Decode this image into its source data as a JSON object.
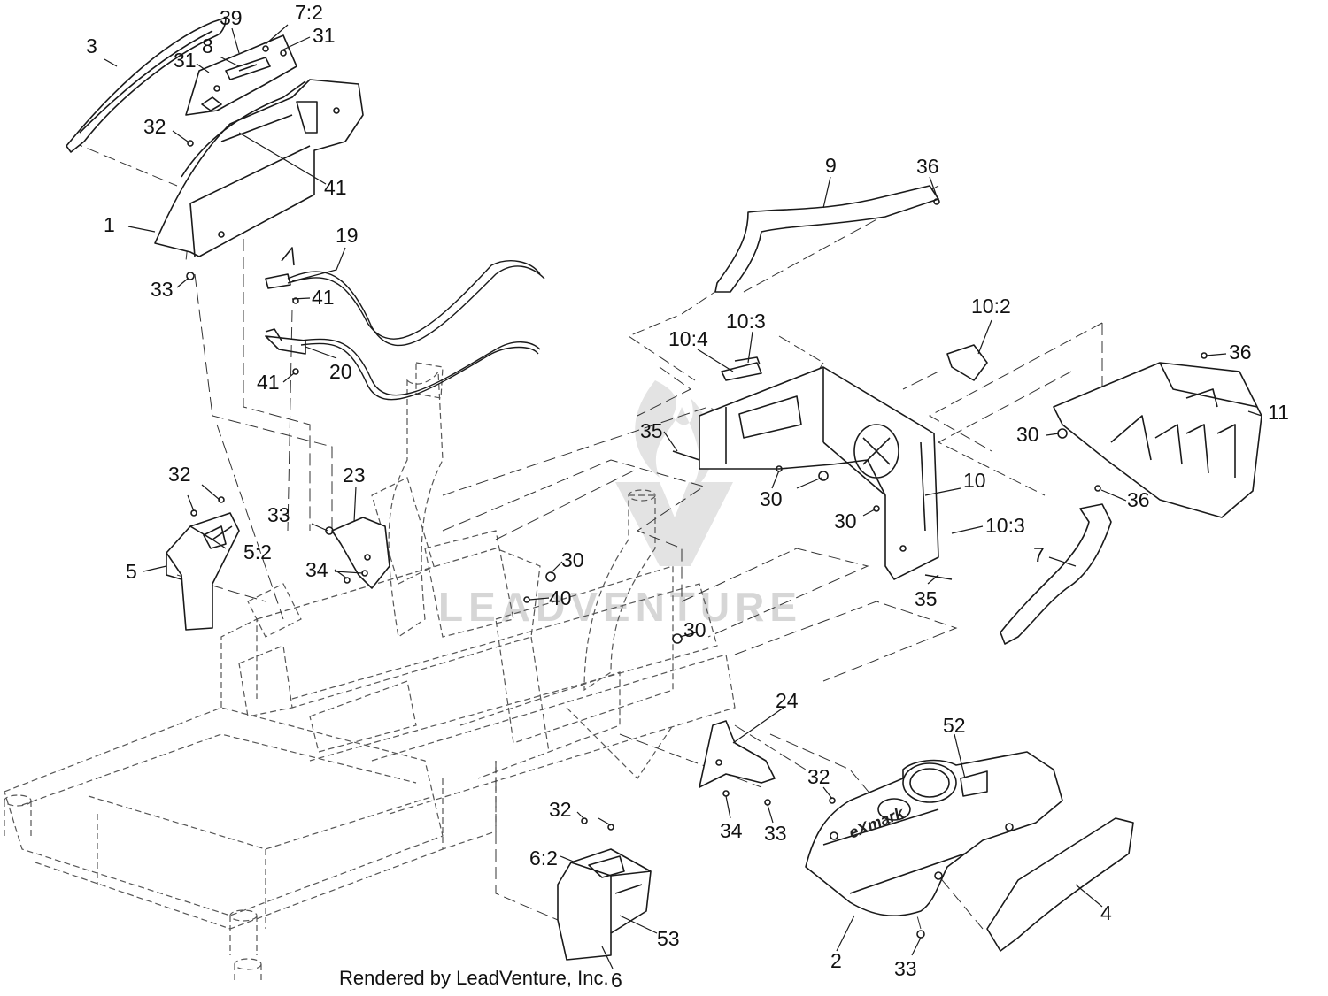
{
  "footer": {
    "credit": "Rendered by LeadVenture, Inc."
  },
  "watermark": {
    "text": "LEADVENTURE"
  },
  "decal": {
    "brand": "eXmark"
  },
  "callouts": [
    {
      "id": "c-1",
      "label": "1"
    },
    {
      "id": "c-2",
      "label": "2"
    },
    {
      "id": "c-3",
      "label": "3"
    },
    {
      "id": "c-4",
      "label": "4"
    },
    {
      "id": "c-5",
      "label": "5"
    },
    {
      "id": "c-5-2",
      "label": "5:2"
    },
    {
      "id": "c-6",
      "label": "6"
    },
    {
      "id": "c-6-2",
      "label": "6:2"
    },
    {
      "id": "c-7",
      "label": "7"
    },
    {
      "id": "c-7-2",
      "label": "7:2"
    },
    {
      "id": "c-8",
      "label": "8"
    },
    {
      "id": "c-9",
      "label": "9"
    },
    {
      "id": "c-10",
      "label": "10"
    },
    {
      "id": "c-10-2",
      "label": "10:2"
    },
    {
      "id": "c-10-3a",
      "label": "10:3"
    },
    {
      "id": "c-10-3b",
      "label": "10:3"
    },
    {
      "id": "c-10-4",
      "label": "10:4"
    },
    {
      "id": "c-11",
      "label": "11"
    },
    {
      "id": "c-19",
      "label": "19"
    },
    {
      "id": "c-20",
      "label": "20"
    },
    {
      "id": "c-23",
      "label": "23"
    },
    {
      "id": "c-24",
      "label": "24"
    },
    {
      "id": "c-30a",
      "label": "30"
    },
    {
      "id": "c-30b",
      "label": "30"
    },
    {
      "id": "c-30c",
      "label": "30"
    },
    {
      "id": "c-30d",
      "label": "30"
    },
    {
      "id": "c-30e",
      "label": "30"
    },
    {
      "id": "c-31a",
      "label": "31"
    },
    {
      "id": "c-31b",
      "label": "31"
    },
    {
      "id": "c-32a",
      "label": "32"
    },
    {
      "id": "c-32b",
      "label": "32"
    },
    {
      "id": "c-32c",
      "label": "32"
    },
    {
      "id": "c-32d",
      "label": "32"
    },
    {
      "id": "c-33a",
      "label": "33"
    },
    {
      "id": "c-33b",
      "label": "33"
    },
    {
      "id": "c-33c",
      "label": "33"
    },
    {
      "id": "c-33d",
      "label": "33"
    },
    {
      "id": "c-34a",
      "label": "34"
    },
    {
      "id": "c-34b",
      "label": "34"
    },
    {
      "id": "c-35a",
      "label": "35"
    },
    {
      "id": "c-35b",
      "label": "35"
    },
    {
      "id": "c-36a",
      "label": "36"
    },
    {
      "id": "c-36b",
      "label": "36"
    },
    {
      "id": "c-36c",
      "label": "36"
    },
    {
      "id": "c-39",
      "label": "39"
    },
    {
      "id": "c-40",
      "label": "40"
    },
    {
      "id": "c-41a",
      "label": "41"
    },
    {
      "id": "c-41b",
      "label": "41"
    },
    {
      "id": "c-41c",
      "label": "41"
    },
    {
      "id": "c-52",
      "label": "52"
    },
    {
      "id": "c-53",
      "label": "53"
    }
  ]
}
